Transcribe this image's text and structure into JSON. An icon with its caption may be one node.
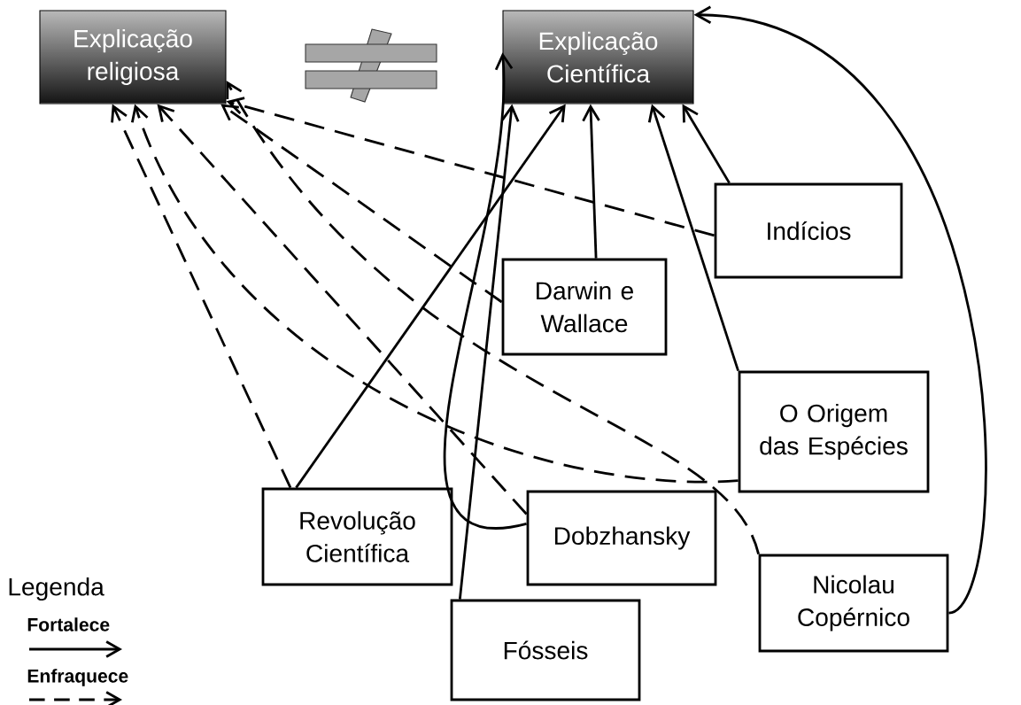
{
  "diagram": {
    "nodes": [
      {
        "text": [
          "Explicação religiosa"
        ]
      },
      {
        "text": [
          "Explicação Científica"
        ]
      },
      {
        "text": [
          "Indícios"
        ]
      },
      {
        "text": [
          "Darwin e Wallace"
        ]
      },
      {
        "text": [
          "O Origem das Espécies"
        ]
      },
      {
        "text": [
          "Revolução Científica"
        ]
      },
      {
        "text": [
          "Dobzhansky"
        ]
      },
      {
        "text": [
          "Fósseis"
        ]
      },
      {
        "text": [
          "Nicolau Copérnico"
        ]
      }
    ],
    "edges": [
      {
        "from": 2,
        "to": 1,
        "arrow": "to"
      },
      {
        "from": 3,
        "to": 1,
        "arrow": "to"
      },
      {
        "from": 4,
        "to": 1,
        "arrow": "to"
      },
      {
        "from": 5,
        "to": 1,
        "arrow": "to"
      },
      {
        "from": 7,
        "to": 1,
        "arrow": "to"
      },
      {
        "from": 6,
        "to": 1,
        "arrow": "to"
      },
      {
        "from": 8,
        "to": 1,
        "arrow": "to"
      },
      {
        "from": 2,
        "to": 0,
        "arrow": "to",
        "style": "dashed"
      },
      {
        "from": 3,
        "to": 0,
        "arrow": "to",
        "style": "dashed"
      },
      {
        "from": 8,
        "to": 0,
        "arrow": "to",
        "style": "dashed"
      },
      {
        "from": 6,
        "to": 0,
        "arrow": "to",
        "style": "dashed"
      },
      {
        "from": 4,
        "to": 0,
        "arrow": "to",
        "style": "dashed"
      },
      {
        "from": 5,
        "to": 0,
        "arrow": "to",
        "style": "dashed"
      }
    ],
    "labels": [
      "Legenda"
    ],
    "legend": [
      {
        "text": "Fortalece"
      },
      {
        "text": "Enfraquece"
      }
    ]
  }
}
